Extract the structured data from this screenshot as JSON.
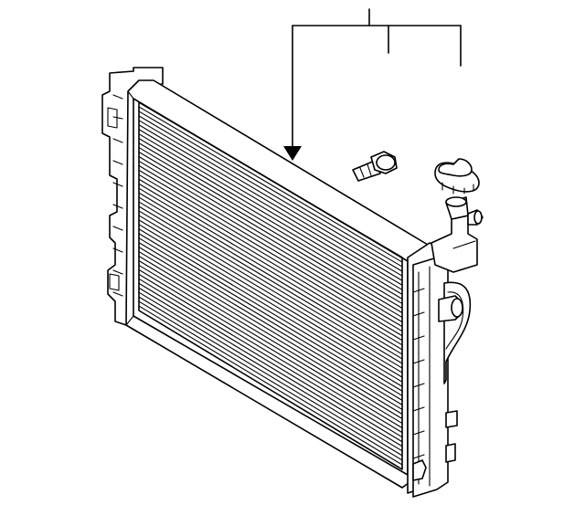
{
  "diagram": {
    "parts": [
      {
        "name": "radiator-core"
      },
      {
        "name": "mounting-bolt"
      },
      {
        "name": "radiator-cap"
      },
      {
        "name": "filler-neck"
      }
    ],
    "colors": {
      "line": "#000000",
      "background": "#ffffff"
    }
  }
}
